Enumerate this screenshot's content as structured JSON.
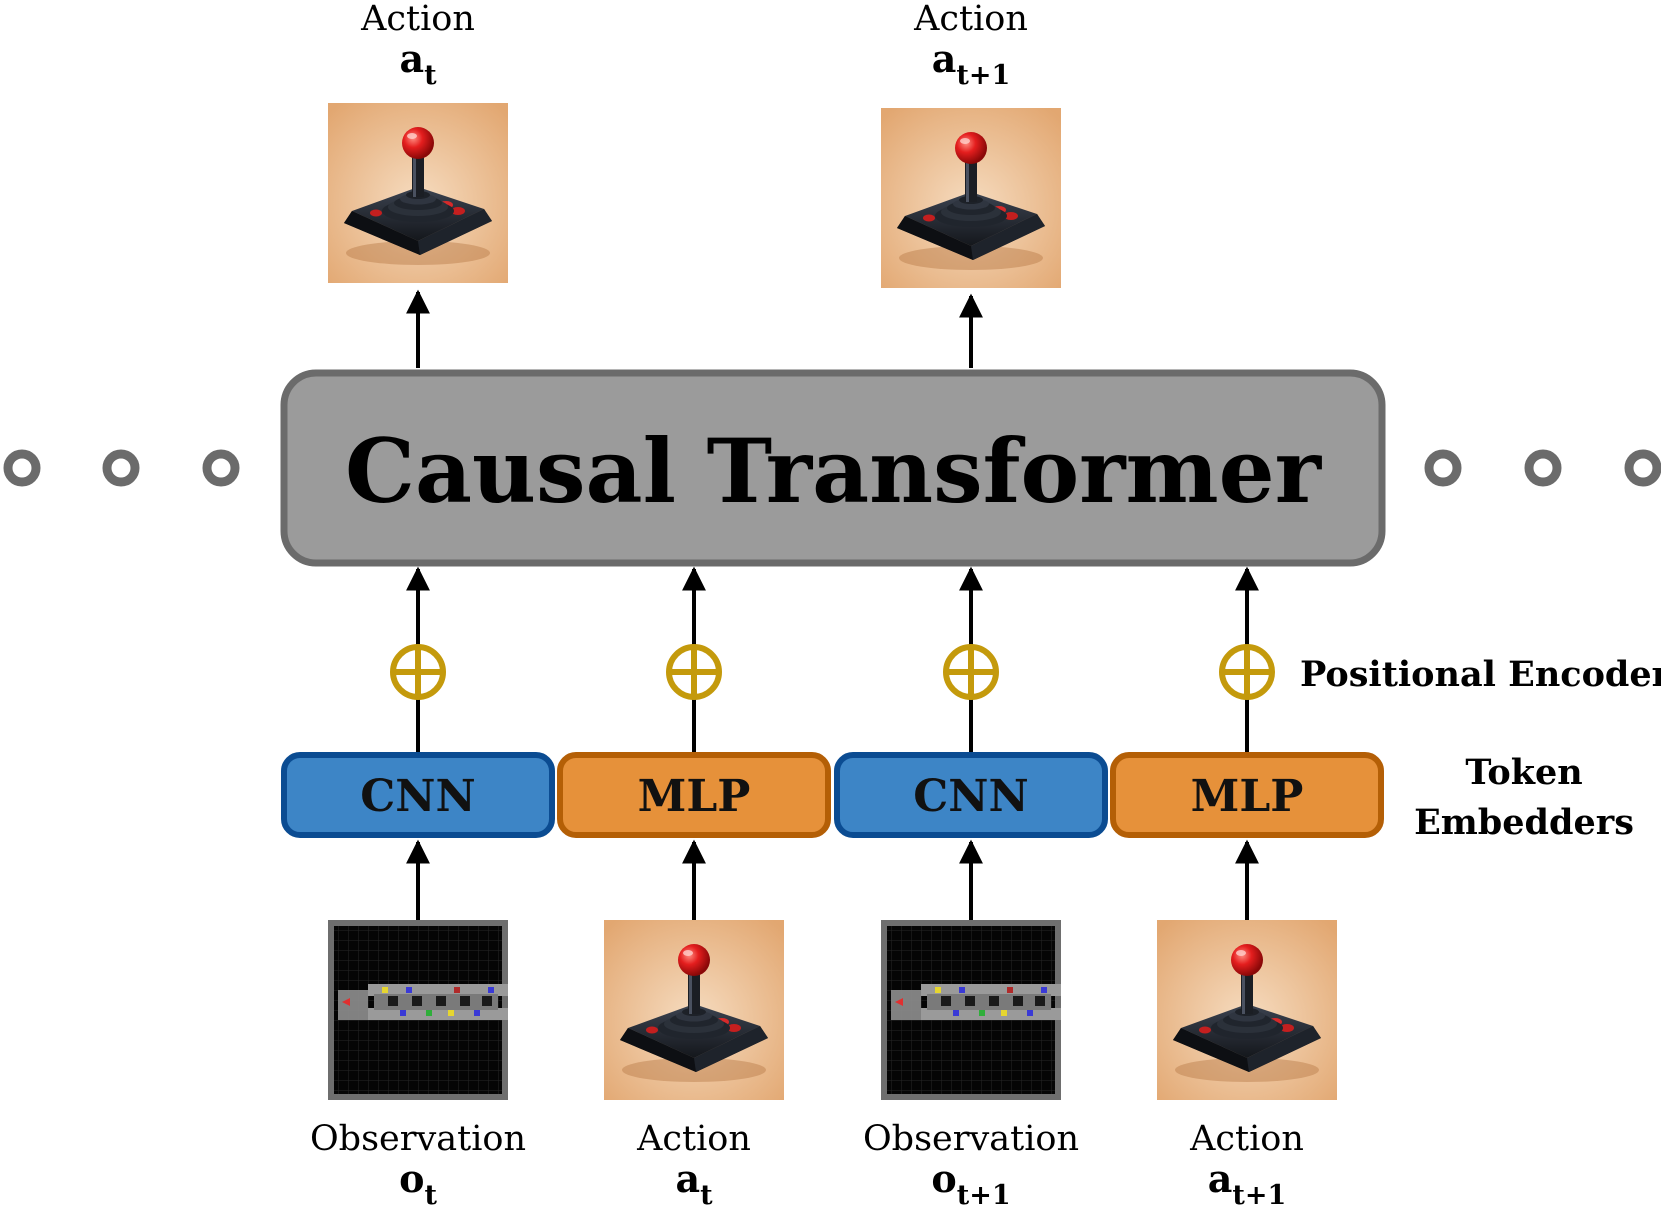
{
  "transformer": {
    "label": "Causal Transformer",
    "fill": "#9b9b9b",
    "stroke": "#6b6b6b"
  },
  "outputs": [
    {
      "word": "Action",
      "symbol": "a",
      "subscript": "t"
    },
    {
      "word": "Action",
      "symbol": "a",
      "subscript": "t+1"
    }
  ],
  "inputs": [
    {
      "word": "Observation",
      "symbol": "o",
      "subscript": "t",
      "image": "grid-observation-icon",
      "embedder": "CNN"
    },
    {
      "word": "Action",
      "symbol": "a",
      "subscript": "t",
      "image": "joystick-icon",
      "embedder": "MLP"
    },
    {
      "word": "Observation",
      "symbol": "o",
      "subscript": "t+1",
      "image": "grid-observation-icon",
      "embedder": "CNN"
    },
    {
      "word": "Action",
      "symbol": "a",
      "subscript": "t+1",
      "image": "joystick-icon",
      "embedder": "MLP"
    }
  ],
  "embedder_colors": {
    "CNN": {
      "fill": "#3d85c6",
      "stroke": "#0b4c92"
    },
    "MLP": {
      "fill": "#e6913a",
      "stroke": "#b45f06"
    }
  },
  "positional_encoder": {
    "label": "Positional Encoder",
    "color": "#c49a0c"
  },
  "token_embedders": {
    "line1": "Token",
    "line2": "Embedders"
  },
  "ellipsis_color": "#6b6b6b"
}
